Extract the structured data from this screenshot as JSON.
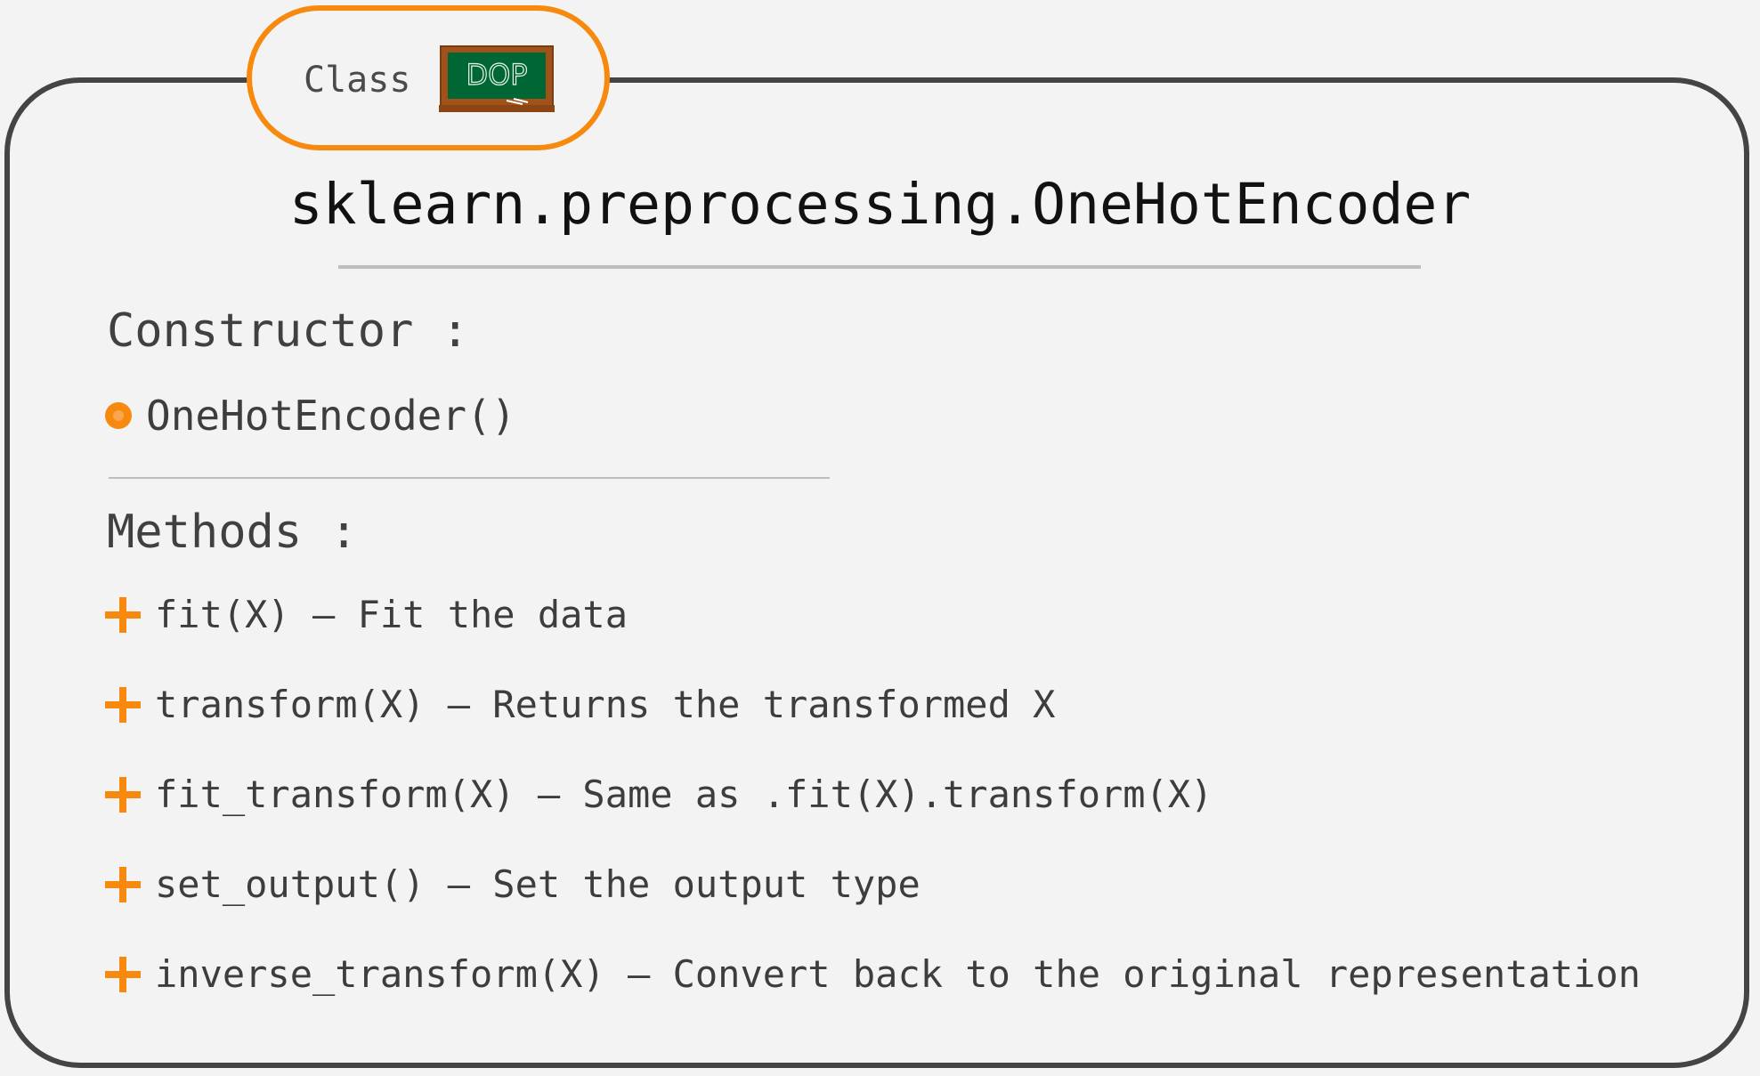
{
  "colors": {
    "accent": "#f7890f",
    "border": "#444444",
    "background": "#f3f3f3",
    "board_green": "#006633",
    "board_frame": "#a0521a"
  },
  "tag": {
    "label": "Class",
    "board_text": "DOP",
    "board_icon": "chalkboard-icon"
  },
  "title": "sklearn.preprocessing.OneHotEncoder",
  "constructor": {
    "heading": "Constructor :",
    "items": [
      "OneHotEncoder()"
    ]
  },
  "methods": {
    "heading": "Methods :",
    "items": [
      "fit(X) — Fit the data",
      "transform(X) — Returns the transformed X",
      "fit_transform(X) — Same as .fit(X).transform(X)",
      "set_output() — Set the output type",
      "inverse_transform(X) — Convert back to the original representation"
    ]
  }
}
